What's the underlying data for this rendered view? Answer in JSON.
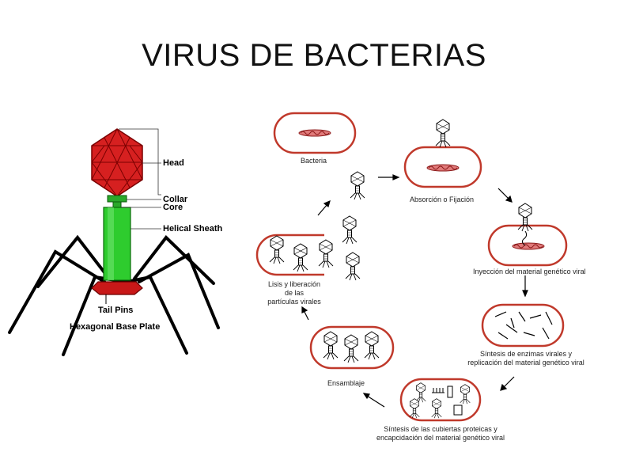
{
  "title": "VIRUS DE BACTERIAS",
  "phage_labels": {
    "head": "Head",
    "collar": "Collar",
    "core": "Core",
    "sheath": "Helical Sheath",
    "tail_pins": "Tail Pins",
    "base_plate": "Hexagonal Base Plate"
  },
  "cycle": {
    "bacteria": "Bacteria",
    "absorcion": "Absorción o Fijación",
    "inyeccion": "Inyección del material genético viral",
    "sintesis_1": "Síntesis de enzimas virales y",
    "sintesis_2": "replicación del material genético viral",
    "cubiertas_1": "Síntesis de las cubiertas proteicas y",
    "cubiertas_2": "encapcidación del material genético viral",
    "ensamblaje": "Ensamblaje",
    "lisis_1": "Lisis y liberación",
    "lisis_2": "de las",
    "lisis_3": "partículas virales"
  },
  "colors": {
    "head": "#d62020",
    "sheath": "#2ecc2e",
    "base": "#c81818",
    "cell_border": "#c0392b"
  }
}
